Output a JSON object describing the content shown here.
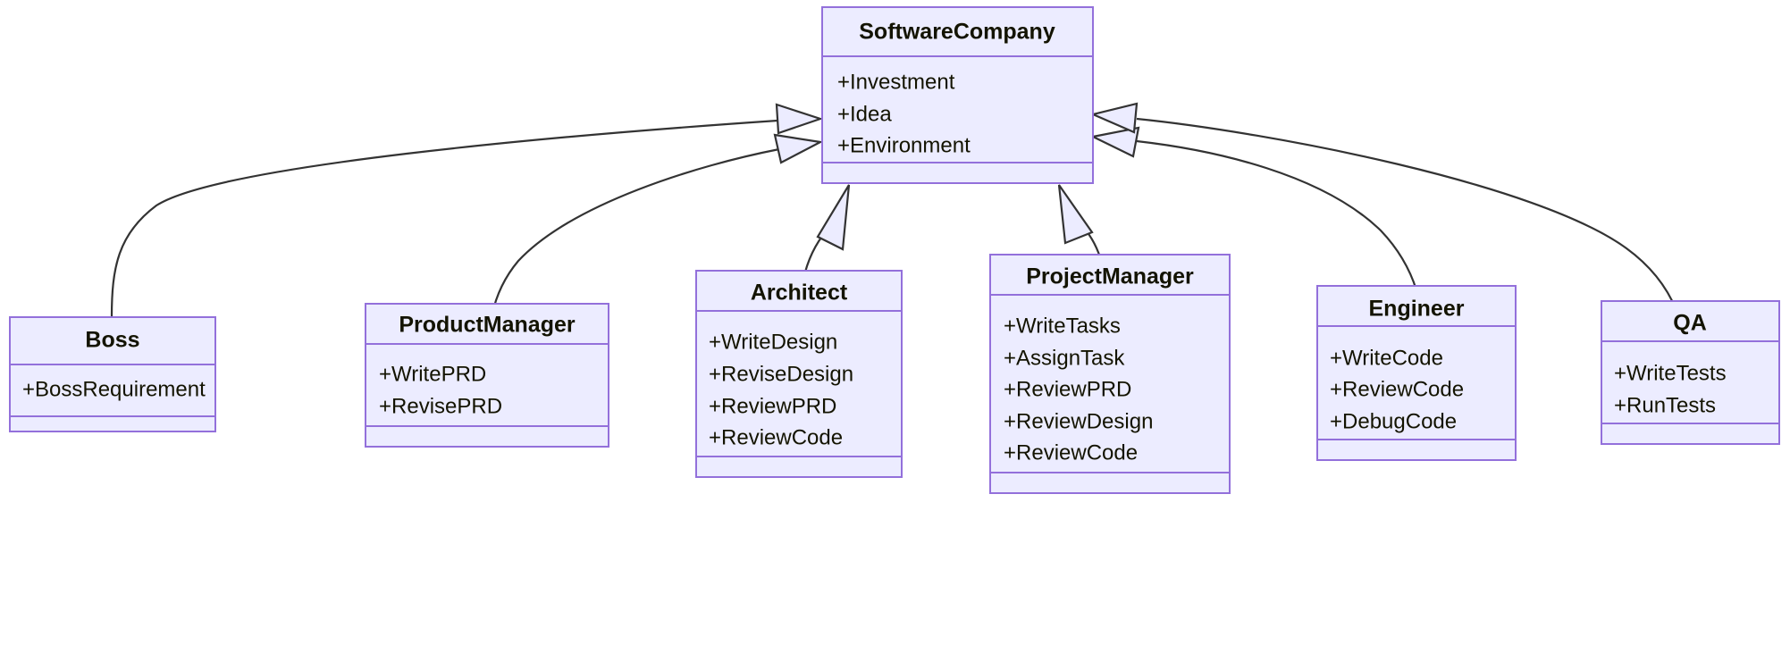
{
  "diagram": {
    "kind": "uml-class-diagram",
    "title": "SoftwareCompany class hierarchy",
    "colors": {
      "class_fill": "#ECECFF",
      "class_border": "#9370DB",
      "edge_stroke": "#333333",
      "text": "#131300",
      "background": "#FFFFFF"
    },
    "relationship_type": "inheritance",
    "parent": "SoftwareCompany"
  },
  "classes": {
    "software_company": {
      "name": "SoftwareCompany",
      "members": [
        "+Investment",
        "+Idea",
        "+Environment"
      ],
      "methods": []
    },
    "boss": {
      "name": "Boss",
      "members": [
        "+BossRequirement"
      ],
      "methods": []
    },
    "product_manager": {
      "name": "ProductManager",
      "members": [
        "+WritePRD",
        "+RevisePRD"
      ],
      "methods": []
    },
    "architect": {
      "name": "Architect",
      "members": [
        "+WriteDesign",
        "+ReviseDesign",
        "+ReviewPRD",
        "+ReviewCode"
      ],
      "methods": []
    },
    "project_manager": {
      "name": "ProjectManager",
      "members": [
        "+WriteTasks",
        "+AssignTask",
        "+ReviewPRD",
        "+ReviewDesign",
        "+ReviewCode"
      ],
      "methods": []
    },
    "engineer": {
      "name": "Engineer",
      "members": [
        "+WriteCode",
        "+ReviewCode",
        "+DebugCode"
      ],
      "methods": []
    },
    "qa": {
      "name": "QA",
      "members": [
        "+WriteTests",
        "+RunTests"
      ],
      "methods": []
    }
  },
  "edges": [
    {
      "from": "Boss",
      "to": "SoftwareCompany",
      "type": "inheritance"
    },
    {
      "from": "ProductManager",
      "to": "SoftwareCompany",
      "type": "inheritance"
    },
    {
      "from": "Architect",
      "to": "SoftwareCompany",
      "type": "inheritance"
    },
    {
      "from": "ProjectManager",
      "to": "SoftwareCompany",
      "type": "inheritance"
    },
    {
      "from": "Engineer",
      "to": "SoftwareCompany",
      "type": "inheritance"
    },
    {
      "from": "QA",
      "to": "SoftwareCompany",
      "type": "inheritance"
    }
  ]
}
